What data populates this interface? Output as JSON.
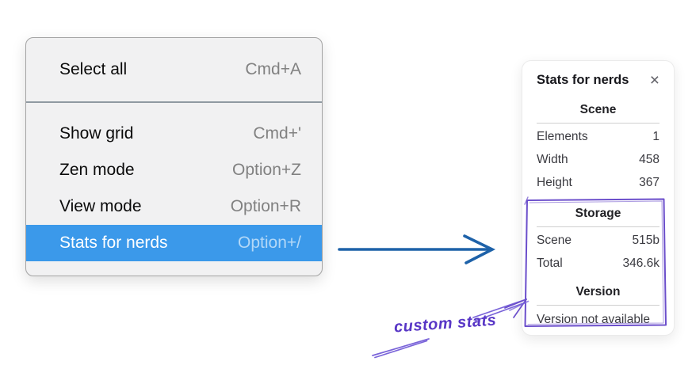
{
  "context_menu": {
    "sections": [
      {
        "items": [
          {
            "label": "Select all",
            "shortcut": "Cmd+A",
            "highlighted": false
          }
        ]
      },
      {
        "items": [
          {
            "label": "Show grid",
            "shortcut": "Cmd+'",
            "highlighted": false
          },
          {
            "label": "Zen mode",
            "shortcut": "Option+Z",
            "highlighted": false
          },
          {
            "label": "View mode",
            "shortcut": "Option+R",
            "highlighted": false
          },
          {
            "label": "Stats for nerds",
            "shortcut": "Option+/",
            "highlighted": true
          }
        ]
      }
    ]
  },
  "stats_panel": {
    "title": "Stats for nerds",
    "close_icon": "×",
    "sections": [
      {
        "header": "Scene",
        "rows": [
          [
            "Elements",
            "1"
          ],
          [
            "Width",
            "458"
          ],
          [
            "Height",
            "367"
          ]
        ]
      },
      {
        "header": "Storage",
        "rows": [
          [
            "Scene",
            "515b"
          ],
          [
            "Total",
            "346.6k"
          ]
        ]
      },
      {
        "header": "Version",
        "rows": [],
        "note": "Version not available"
      }
    ]
  },
  "annotation": {
    "label": "custom stats"
  },
  "colors": {
    "menu_highlight": "#3b99ea",
    "menu_background": "#f1f1f2",
    "pointer_arrow_blue": "#1e62a9",
    "annotation_purple": "#6b4ecb",
    "annotation_text_purple": "#5836c6"
  }
}
